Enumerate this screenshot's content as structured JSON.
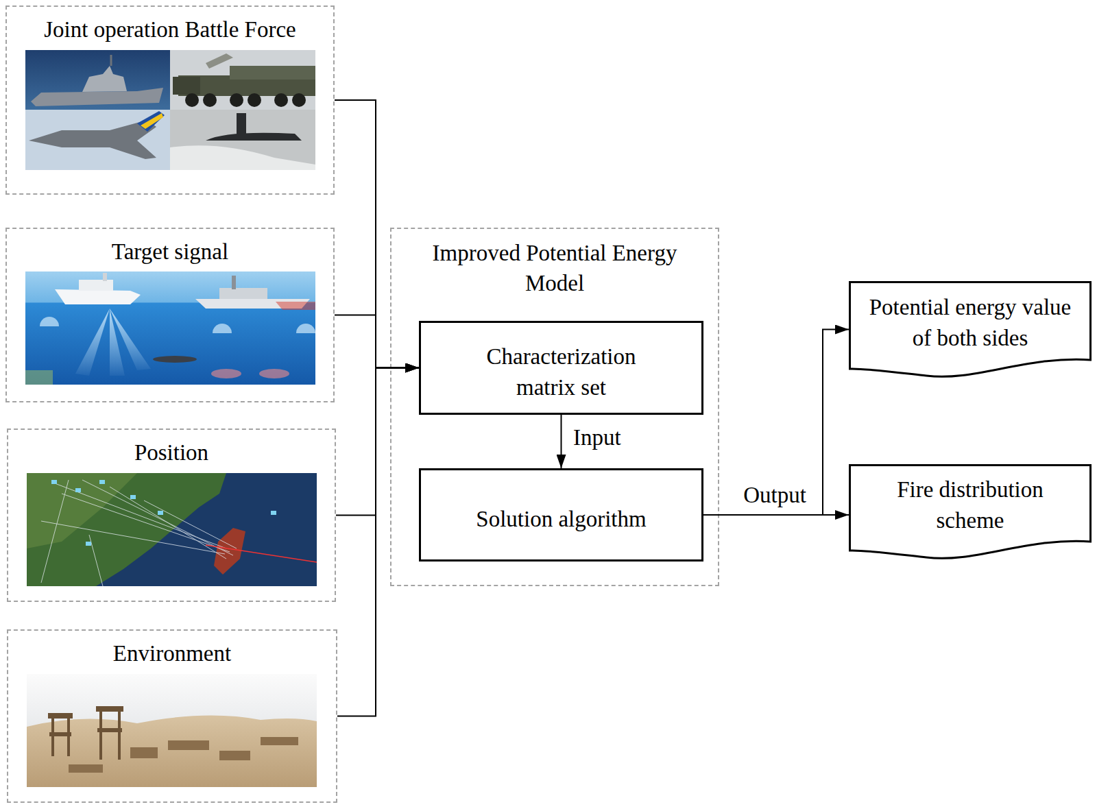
{
  "diagram": {
    "nodes": [
      {
        "text": [
          "Joint operation Battle Force"
        ]
      },
      {
        "text": [
          "Target signal"
        ]
      },
      {
        "text": [
          "Position"
        ]
      },
      {
        "text": [
          "Environment"
        ]
      },
      {
        "text": [
          "Improved Potential Energy Model"
        ]
      },
      {
        "text": [
          "Characterization matrix set"
        ],
        "in": 4
      },
      {
        "text": [
          "Solution algorithm"
        ],
        "in": 4
      },
      {
        "text": [
          "Potential energy value of both sides"
        ]
      },
      {
        "text": [
          "Fire distribution scheme"
        ]
      }
    ],
    "edges": [
      {
        "from": 0,
        "to": 5,
        "arrow": "to"
      },
      {
        "from": 1,
        "to": 5,
        "arrow": "to"
      },
      {
        "from": 2,
        "to": 5,
        "arrow": "to"
      },
      {
        "from": 3,
        "to": 5,
        "arrow": "to"
      },
      {
        "from": 5,
        "to": 6,
        "label": "Input",
        "arrow": "to"
      },
      {
        "from": 6,
        "to": 7,
        "arrow": "to"
      },
      {
        "from": 6,
        "to": 8,
        "label": "Output",
        "arrow": "to"
      }
    ]
  }
}
